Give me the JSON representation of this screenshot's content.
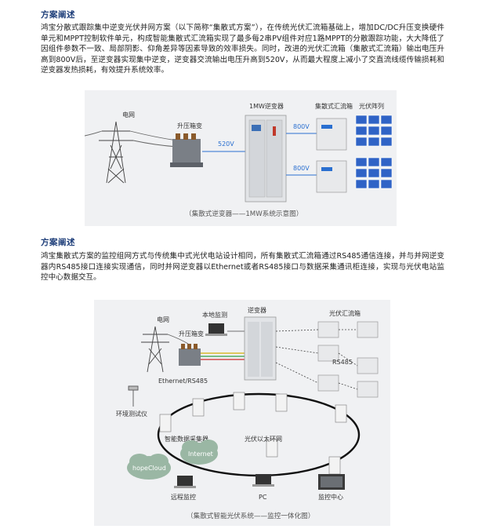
{
  "section1": {
    "title": "方案阐述",
    "body": "鸿宝分散式跟踪集中逆变光伏并网方案（以下简称“集散式方案”），在传统光伏汇流箱基础上，增加DC/DC升压变换硬件单元和MPPT控制软件单元，构成智能集散式汇流箱实现了最多每2串PV组件对应1路MPPT的分散跟踪功能，大大降低了因组件参数不一致、局部阴影、仰角差异等因素导致的效率损失。同时，改进的光伏汇流箱（集散式汇流箱）输出电压升高到800V后，至逆变器实现集中逆变，逆变器交流输出电压升高到520V，从而最大程度上减小了交直流线缆传输损耗和逆变器发热损耗，有效提升系统效率。"
  },
  "figure1": {
    "labels": {
      "grid": "电网",
      "transformer": "升压箱变",
      "inverter": "1MW逆变器",
      "combiner": "集散式汇流箱",
      "pv_array": "光伏阵列",
      "v_ac": "520V",
      "v_dc_top": "800V",
      "v_dc_bottom": "800V"
    },
    "caption": "（集散式逆变器——1MW系统示意图）"
  },
  "section2": {
    "title": "方案阐述",
    "body": "鸿宝集散式方案的监控组网方式与传统集中式光伏电站设计相同，所有集散式汇流箱通过RS485通信连接，并与并网逆变器内RS485接口连接实现通信，同时并网逆变器以Ethernet或者RS485接口与数据采集通讯柜连接，实现与光伏电站监控中心数据交互。"
  },
  "figure2": {
    "labels": {
      "grid": "电网",
      "transformer": "升压箱变",
      "local_monitor": "本地监测",
      "inverter": "逆变器",
      "combiner": "光伏汇流箱",
      "rs485": "RS485",
      "eth_rs485": "Ethernet/RS485",
      "env_meter": "环境测试仪",
      "collector": "智能数据采集器",
      "ring": "光伏以太环网",
      "internet": "Internet",
      "cloud": "hopeCloud",
      "remote": "远程监控",
      "pc": "PC",
      "center": "监控中心"
    },
    "caption": "（集散式智能光伏系统——监控一体化图）"
  }
}
